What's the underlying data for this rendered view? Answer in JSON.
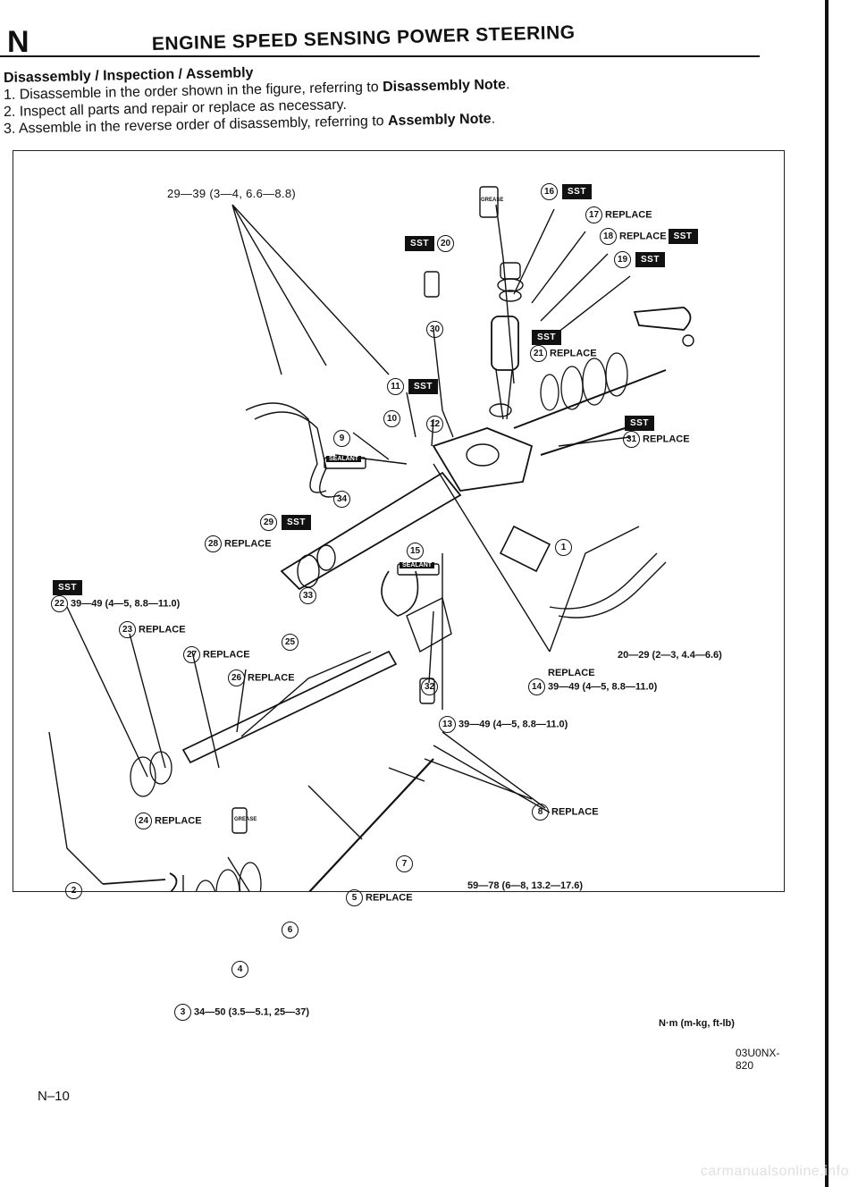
{
  "header": {
    "section_letter": "N",
    "title": "ENGINE SPEED SENSING POWER STEERING"
  },
  "instructions": {
    "heading": "Disassembly / Inspection / Assembly",
    "step1": {
      "prefix": "1. Disassemble in the order shown in the figure, referring to",
      "ref": "Disassembly Note",
      "suffix": "."
    },
    "step2": "2. Inspect all parts and repair or replace as necessary.",
    "step3": {
      "prefix": "3. Assemble in the reverse order of disassembly, referring to",
      "ref": "Assembly Note",
      "suffix": "."
    }
  },
  "figure": {
    "callouts": {
      "c1": {
        "num": "1",
        "text": ""
      },
      "c2": {
        "num": "2",
        "text": ""
      },
      "c3": {
        "num": "3",
        "text": "34—50 (3.5—5.1, 25—37)"
      },
      "c4": {
        "num": "4",
        "text": ""
      },
      "c5": {
        "num": "5",
        "text": "REPLACE"
      },
      "c6": {
        "num": "6",
        "text": ""
      },
      "c7": {
        "num": "7",
        "text": ""
      },
      "c8": {
        "num": "8",
        "text": "REPLACE"
      },
      "c9": {
        "num": "9",
        "text": ""
      },
      "c10": {
        "num": "10",
        "text": ""
      },
      "c11": {
        "num": "11",
        "text": "",
        "tag": "SST"
      },
      "c12": {
        "num": "12",
        "text": ""
      },
      "c13": {
        "num": "13",
        "text": "39—49 (4—5, 8.8—11.0)"
      },
      "c14": {
        "num": "14",
        "text": "39—49 (4—5, 8.8—11.0)",
        "note": "REPLACE"
      },
      "c15": {
        "num": "15",
        "text": ""
      },
      "c16": {
        "num": "16",
        "text": "",
        "tag": "SST"
      },
      "c17": {
        "num": "17",
        "text": "REPLACE"
      },
      "c18": {
        "num": "18",
        "text": "REPLACE",
        "tag": "SST"
      },
      "c19": {
        "num": "19",
        "text": "",
        "tag": "SST"
      },
      "c20": {
        "num": "20",
        "text": "",
        "tag": "SST"
      },
      "c21": {
        "num": "21",
        "text": "REPLACE",
        "tag": "SST"
      },
      "c22": {
        "num": "22",
        "text": "39—49 (4—5, 8.8—11.0)",
        "tag": "SST"
      },
      "c23": {
        "num": "23",
        "text": "REPLACE"
      },
      "c24": {
        "num": "24",
        "text": "REPLACE"
      },
      "c25": {
        "num": "25",
        "text": ""
      },
      "c26": {
        "num": "26",
        "text": "REPLACE"
      },
      "c27": {
        "num": "27",
        "text": "REPLACE"
      },
      "c28": {
        "num": "28",
        "text": "REPLACE"
      },
      "c29": {
        "num": "29",
        "text": "",
        "tag": "SST"
      },
      "c30": {
        "num": "30",
        "text": ""
      },
      "c31": {
        "num": "31",
        "text": "REPLACE",
        "tag": "SST"
      },
      "c32": {
        "num": "32",
        "text": ""
      },
      "c33": {
        "num": "33",
        "text": ""
      },
      "c34": {
        "num": "34",
        "text": ""
      }
    },
    "torque_top_left": "29—39 (3—4, 6.6—8.8)",
    "torque_right": "20—29 (2—3, 4.4—6.6)",
    "torque_bottom_right": "59—78 (6—8, 13.2—17.6)",
    "sealant_label": "SEALANT",
    "grease_label": "GREASE",
    "unit_note": "N·m (m-kg, ft-lb)",
    "figure_code": "03U0NX-820"
  },
  "footer": {
    "page_number": "N–10",
    "watermark": "carmanualsonline.info"
  },
  "colors": {
    "ink": "#111111",
    "paper": "#ffffff"
  }
}
